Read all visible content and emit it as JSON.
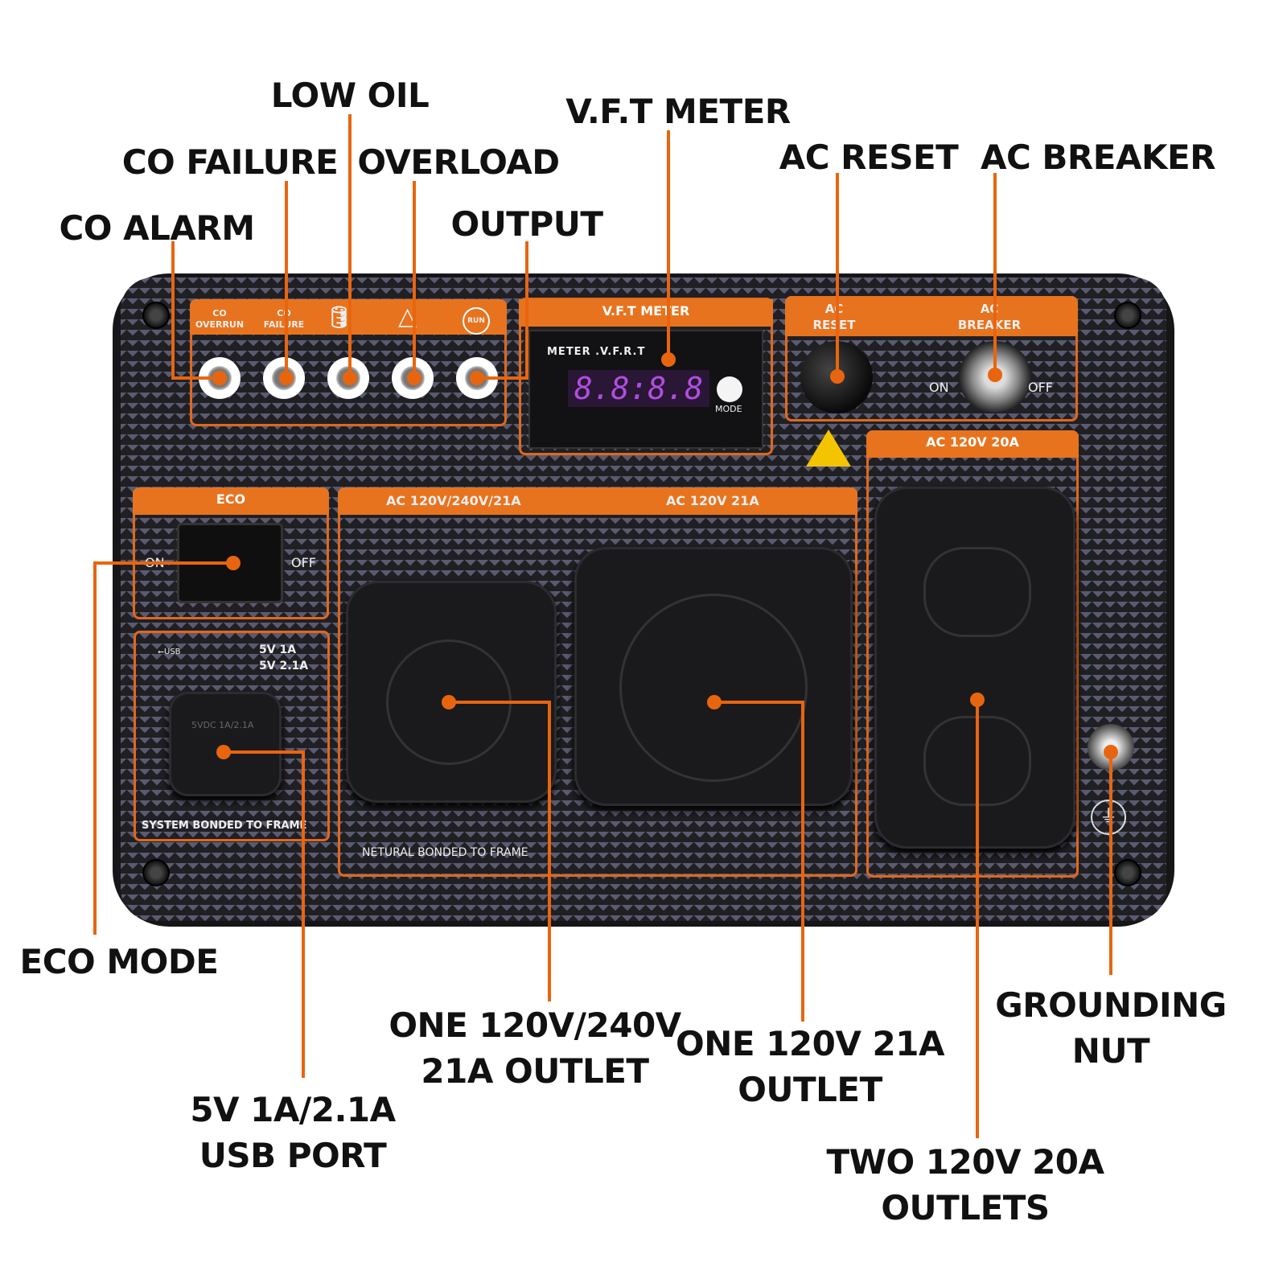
{
  "callouts": {
    "low_oil": "LOW OIL",
    "vft_meter": "V.F.T METER",
    "co_failure": "CO FAILURE",
    "overload": "OVERLOAD",
    "ac_reset": "AC RESET",
    "ac_breaker": "AC BREAKER",
    "co_alarm": "CO ALARM",
    "output": "OUTPUT",
    "eco_mode": "ECO MODE",
    "outlet_240": [
      "ONE 120V/240V",
      "21A OUTLET"
    ],
    "outlet_21": [
      "ONE 120V 21A",
      "OUTLET"
    ],
    "grounding": [
      "GROUNDING",
      "NUT"
    ],
    "usb": [
      "5V 1A/2.1A",
      "USB PORT"
    ],
    "two_outlets": [
      "TWO 120V 20A",
      "OUTLETS"
    ]
  },
  "panel": {
    "co_overrun": [
      "CO",
      "OVERRUN"
    ],
    "co_fail": [
      "CO",
      "FAILURE"
    ],
    "run": "RUN",
    "vft_header": "V.F.T METER",
    "meter_label": "METER .V.F.R.T",
    "display": "8.8:8.8",
    "mode": "MODE",
    "ac_reset": [
      "AC",
      "RESET"
    ],
    "ac_breaker": [
      "AC",
      "BREAKER"
    ],
    "on": "ON",
    "off": "OFF",
    "ac_20a": "AC 120V 20A",
    "eco": "ECO",
    "eco_on": "ON",
    "eco_off": "OFF",
    "ac_240": "AC 120V/240V/21A",
    "ac_21": "AC 120V 21A",
    "usb_1a": "5V 1A",
    "usb_21a": "5V 2.1A",
    "usb_icon_text": "USB",
    "usb_cap": "5VDC 1A/2.1A",
    "system_bonded": "SYSTEM BONDED TO FRAME",
    "neutral_bonded": "NETURAL BONDED TO FRAME"
  },
  "colors": {
    "accent": "#e8650f",
    "panel": "#202024"
  }
}
